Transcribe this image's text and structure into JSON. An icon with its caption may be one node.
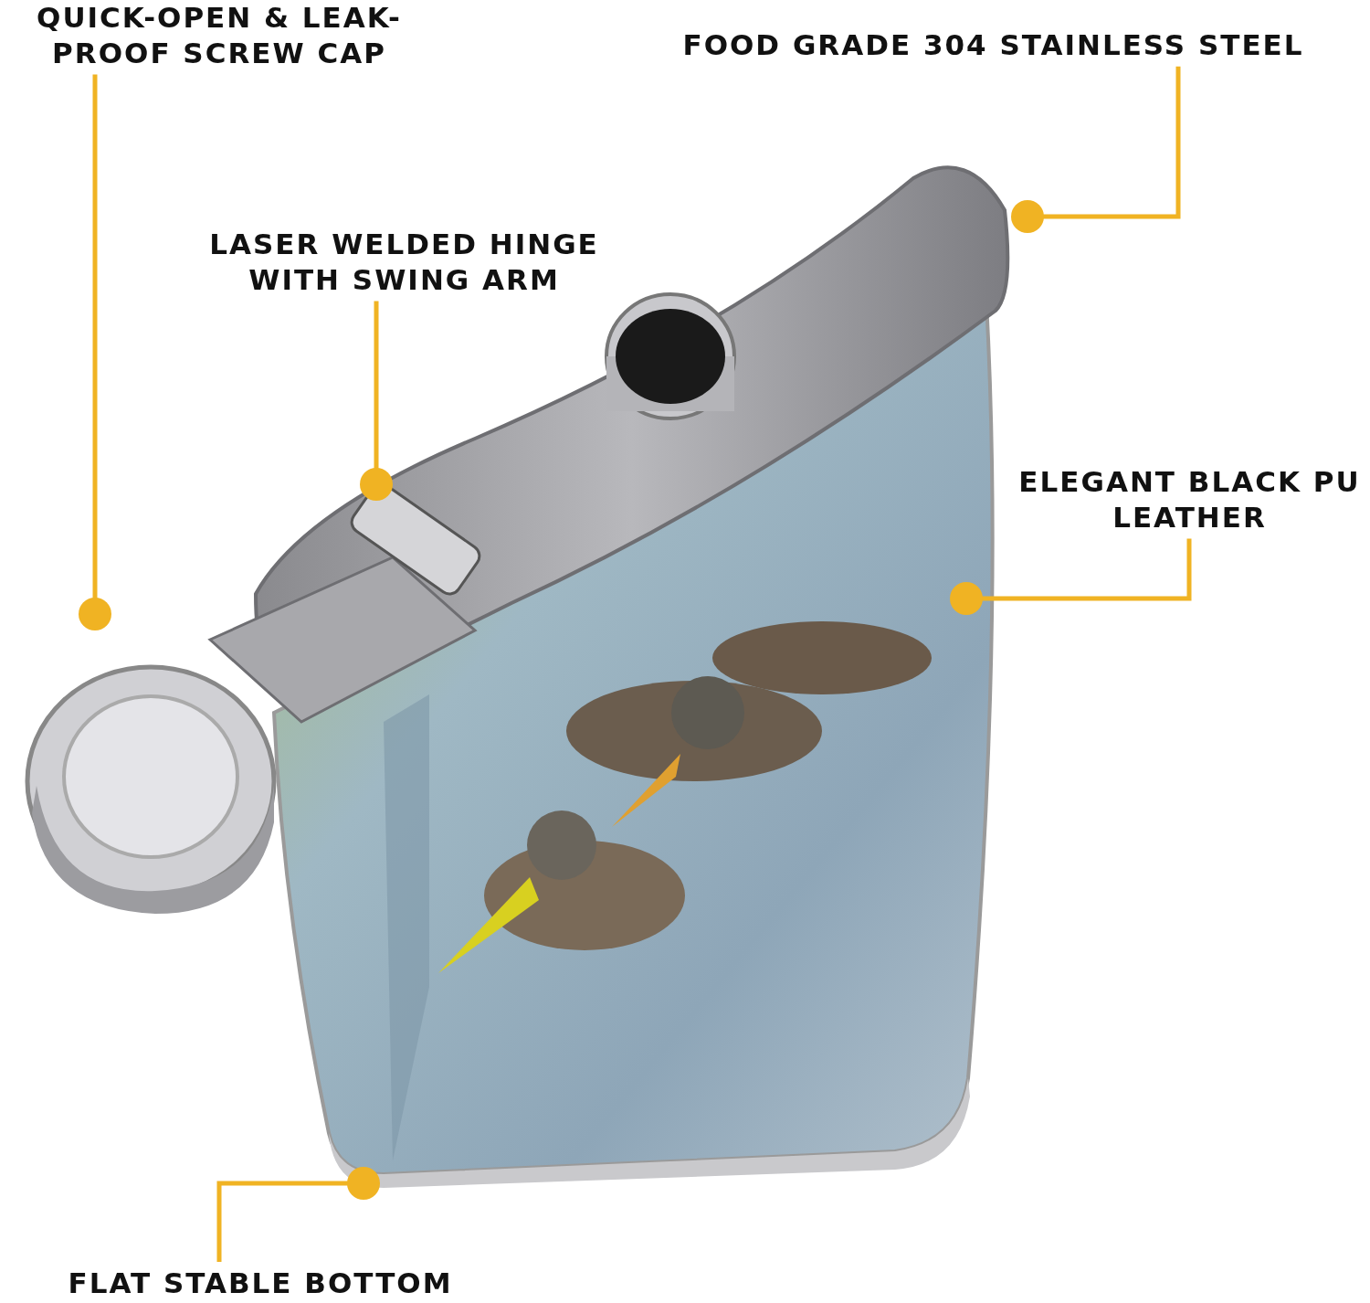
{
  "diagram": {
    "nodes": [
      {
        "text": [
          "QUICK-OPEN & LEAK-PROOF SCREW CAP"
        ]
      },
      {
        "text": [
          "LASER WELDED HINGE WITH SWING ARM"
        ]
      },
      {
        "text": [
          "FOOD GRADE 304 STAINLESS STEEL"
        ]
      },
      {
        "text": [
          "ELEGANT BLACK PU LEATHER"
        ]
      },
      {
        "text": [
          "FLAT STABLE BOTTOM"
        ]
      }
    ],
    "edges": [
      {
        "from": 0,
        "to": null,
        "arrow": "other"
      },
      {
        "from": 1,
        "to": null,
        "arrow": "other"
      },
      {
        "from": 2,
        "to": null,
        "arrow": "other"
      },
      {
        "from": 3,
        "to": null,
        "arrow": "other"
      },
      {
        "from": 4,
        "to": null,
        "arrow": "other"
      }
    ]
  }
}
